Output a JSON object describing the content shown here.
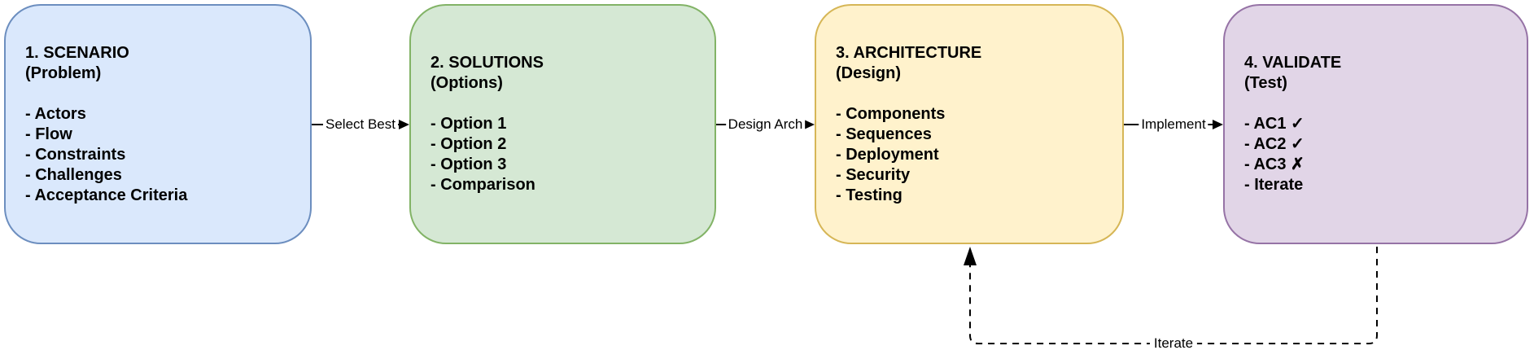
{
  "diagram": {
    "boxes": [
      {
        "id": "scenario",
        "title_line1": "1. SCENARIO",
        "title_line2": "(Problem)",
        "items": [
          "- Actors",
          "- Flow",
          "- Constraints",
          "- Challenges",
          "- Acceptance Criteria"
        ],
        "fill": "#dae8fc",
        "stroke": "#6c8ebf"
      },
      {
        "id": "solutions",
        "title_line1": "2. SOLUTIONS",
        "title_line2": "(Options)",
        "items": [
          "- Option 1",
          "- Option 2",
          "- Option 3",
          "- Comparison"
        ],
        "fill": "#d5e8d4",
        "stroke": "#82b366"
      },
      {
        "id": "architecture",
        "title_line1": "3. ARCHITECTURE",
        "title_line2": "(Design)",
        "items": [
          "- Components",
          "- Sequences",
          "- Deployment",
          "- Security",
          "- Testing"
        ],
        "fill": "#fff2cc",
        "stroke": "#d6b656"
      },
      {
        "id": "validate",
        "title_line1": "4. VALIDATE",
        "title_line2": "(Test)",
        "items": [
          "- AC1 ✓",
          "- AC2 ✓",
          "- AC3 ✗",
          "- Iterate"
        ],
        "fill": "#e1d5e7",
        "stroke": "#9673a6"
      }
    ],
    "connectors": [
      {
        "label": "Select Best"
      },
      {
        "label": "Design Arch"
      },
      {
        "label": "Implement"
      }
    ],
    "feedback": {
      "label": "Iterate"
    },
    "line_color": "#000000"
  }
}
